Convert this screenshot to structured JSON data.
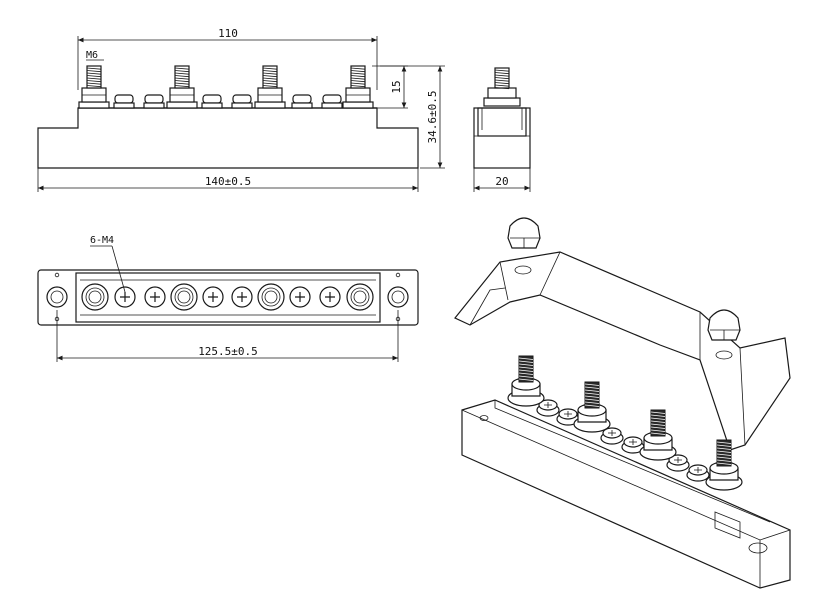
{
  "dimensions": {
    "top_width": "110",
    "thread": "M6",
    "stud_height": "15",
    "total_height": "34.6±0.5",
    "overall_length": "140±0.5",
    "side_width": "20",
    "screw_callout": "6-M4",
    "hole_spacing": "125.5±0.5"
  },
  "colors": {
    "line": "#1a1a1a",
    "background": "#ffffff"
  }
}
